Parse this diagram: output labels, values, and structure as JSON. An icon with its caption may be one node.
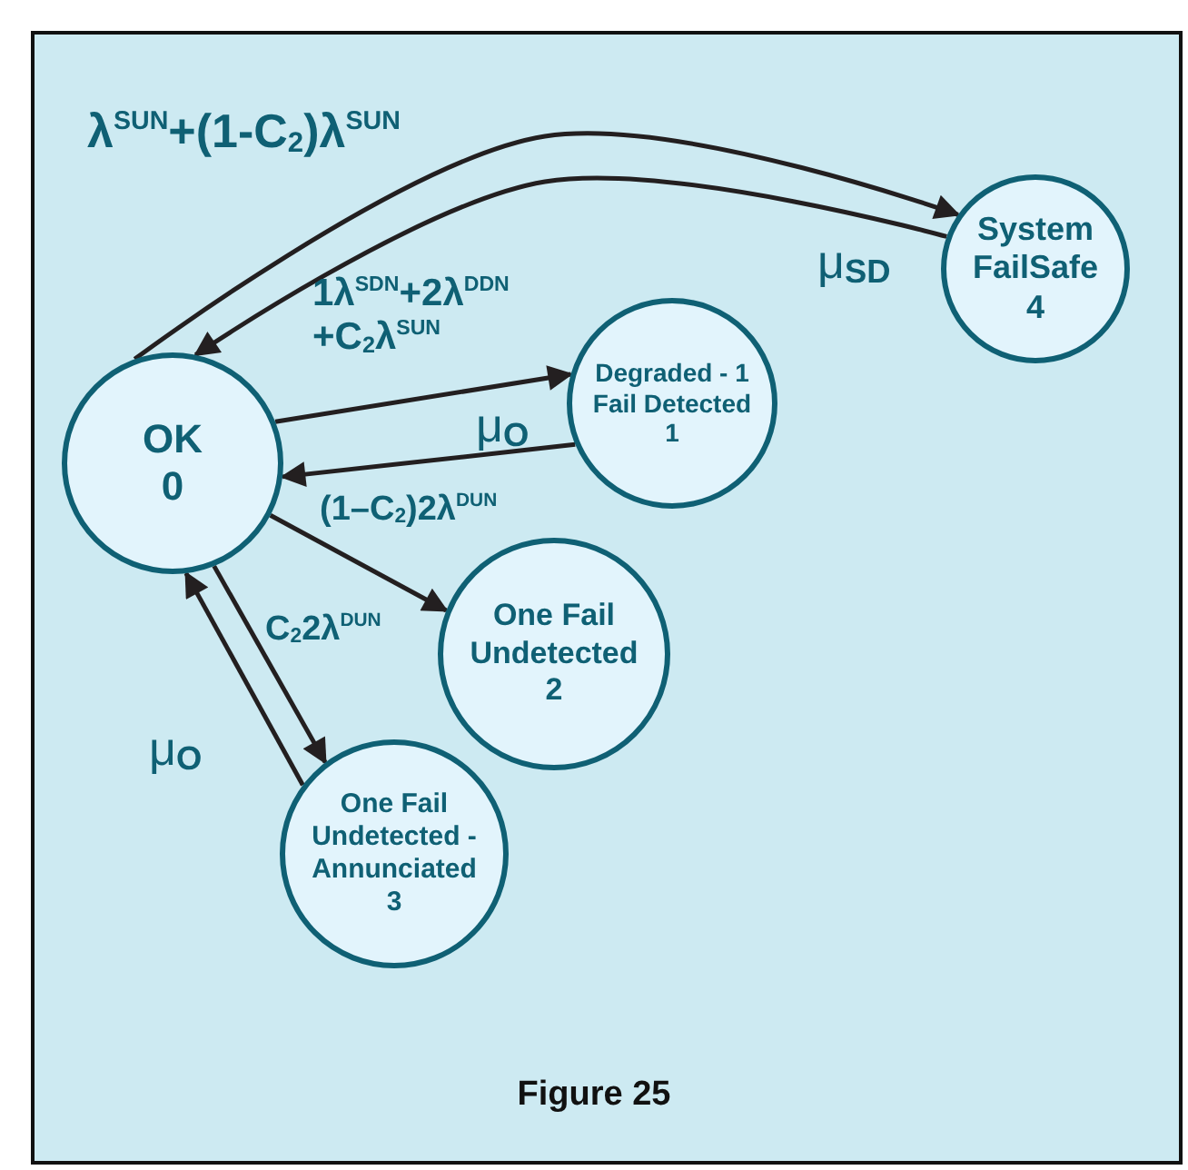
{
  "diagram": {
    "caption": "Figure 25",
    "nodes": [
      {
        "text": [
          "OK",
          "0"
        ]
      },
      {
        "text": [
          "Degraded - 1 Fail Detected",
          "1"
        ]
      },
      {
        "text": [
          "One Fail Undetected",
          "2"
        ]
      },
      {
        "text": [
          "One Fail Undetected - Annunciated",
          "3"
        ]
      },
      {
        "text": [
          "System FailSafe",
          "4"
        ]
      }
    ],
    "edges": [
      {
        "from": 0,
        "to": 4,
        "arrow": "to",
        "label": "λ$^{SUN}$+(1-C$_{2}$)λ$^{SUN}$"
      },
      {
        "from": 4,
        "to": 0,
        "arrow": "to",
        "label": "μ$_{SD}$"
      },
      {
        "from": 0,
        "to": 1,
        "arrow": "to",
        "label": "1λ$^{SDN}$+2λ$^{DDN}$ +C$_{2}$λ$^{SUN}$"
      },
      {
        "from": 1,
        "to": 0,
        "arrow": "to",
        "label": "μ$_{O}$"
      },
      {
        "from": 0,
        "to": 2,
        "arrow": "to",
        "label": "(1–C$_{2}$)2λ$^{DUN}$"
      },
      {
        "from": 0,
        "to": 3,
        "arrow": "to",
        "label": "C$_{2}$2λ$^{DUN}$"
      },
      {
        "from": 3,
        "to": 0,
        "arrow": "to",
        "label": "μ$_{O}$"
      }
    ]
  }
}
